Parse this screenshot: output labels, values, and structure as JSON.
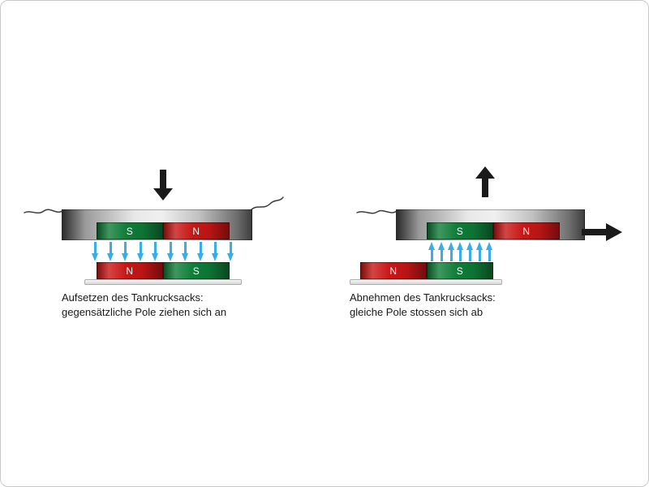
{
  "colors": {
    "magnet_green": "#0f7d38",
    "magnet_red": "#c81616",
    "arrow_blue": "#38ade6",
    "arrow_black": "#1a1a1a",
    "caption_text": "#1a1a1a"
  },
  "left_panel": {
    "force_arrow_direction": "down",
    "upper_magnets": [
      {
        "pole": "S",
        "color": "green"
      },
      {
        "pole": "N",
        "color": "red"
      }
    ],
    "field_arrows": {
      "direction": "down",
      "count": 10
    },
    "lower_magnets": [
      {
        "pole": "N",
        "color": "red"
      },
      {
        "pole": "S",
        "color": "green"
      }
    ],
    "caption": [
      "Aufsetzen des Tankrucksacks:",
      "gegensätzliche Pole ziehen sich an"
    ]
  },
  "right_panel": {
    "force_arrow_direction": "up",
    "slide_arrow_direction": "right",
    "upper_magnets": [
      {
        "pole": "S",
        "color": "green"
      },
      {
        "pole": "N",
        "color": "red"
      }
    ],
    "field_arrows": {
      "direction": "up",
      "count": 7
    },
    "lower_magnets": [
      {
        "pole": "N",
        "color": "red"
      },
      {
        "pole": "S",
        "color": "green"
      }
    ],
    "caption": [
      "Abnehmen des Tankrucksacks:",
      "gleiche Pole stossen sich ab"
    ]
  }
}
